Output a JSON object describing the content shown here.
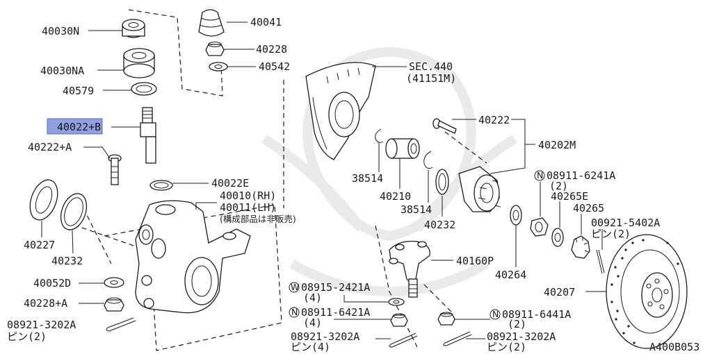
{
  "diagram_id": "A400B053",
  "highlight_color": "#8f9fe0",
  "labels": {
    "p40030N": "40030N",
    "p40030NA": "40030NA",
    "p40579": "40579",
    "p40022B": "40022+B",
    "p40222A": "40222+A",
    "p40227": "40227",
    "p40232a": "40232",
    "p40052D": "40052D",
    "p40228A": "40228+A",
    "p08921_3202A_left": "08921-3202A",
    "pin2_left": "ピン(2)",
    "p40041": "40041",
    "p40228": "40228",
    "p40542": "40542",
    "p40022E": "40022E",
    "p40010": "40010(RH)",
    "p40011": "40011(LH)",
    "note_not_sold": "(構成部品は非販売)",
    "sec440": "SEC.440",
    "sec440_sub": "(41151M)",
    "p38514a": "38514",
    "p40210": "40210",
    "p38514b": "38514",
    "p40232b": "40232",
    "p40222": "40222",
    "p40202M": "40202M",
    "p40160P": "40160P",
    "p08915_2421A": "08915-2421A",
    "qty4_w": "(4)",
    "p08911_6421A": "08911-6421A",
    "qty4_n": "(4)",
    "p08921_3202A_mid": "08921-3202A",
    "pin4": "ピン(4)",
    "p08911_6241A": "08911-6241A",
    "qty2_a": "(2)",
    "p40265E": "40265E",
    "p40265": "40265",
    "p00921_5402A": "00921-5402A",
    "pin2_b": "ピン(2)",
    "p40264": "40264",
    "p40207": "40207",
    "p08911_6441A": "08911-6441A",
    "qty2_c": "(2)",
    "p08921_3202A_right": "08921-3202A",
    "pin2_c": "ピン(2)",
    "circle_W": "W",
    "circle_N": "N"
  }
}
